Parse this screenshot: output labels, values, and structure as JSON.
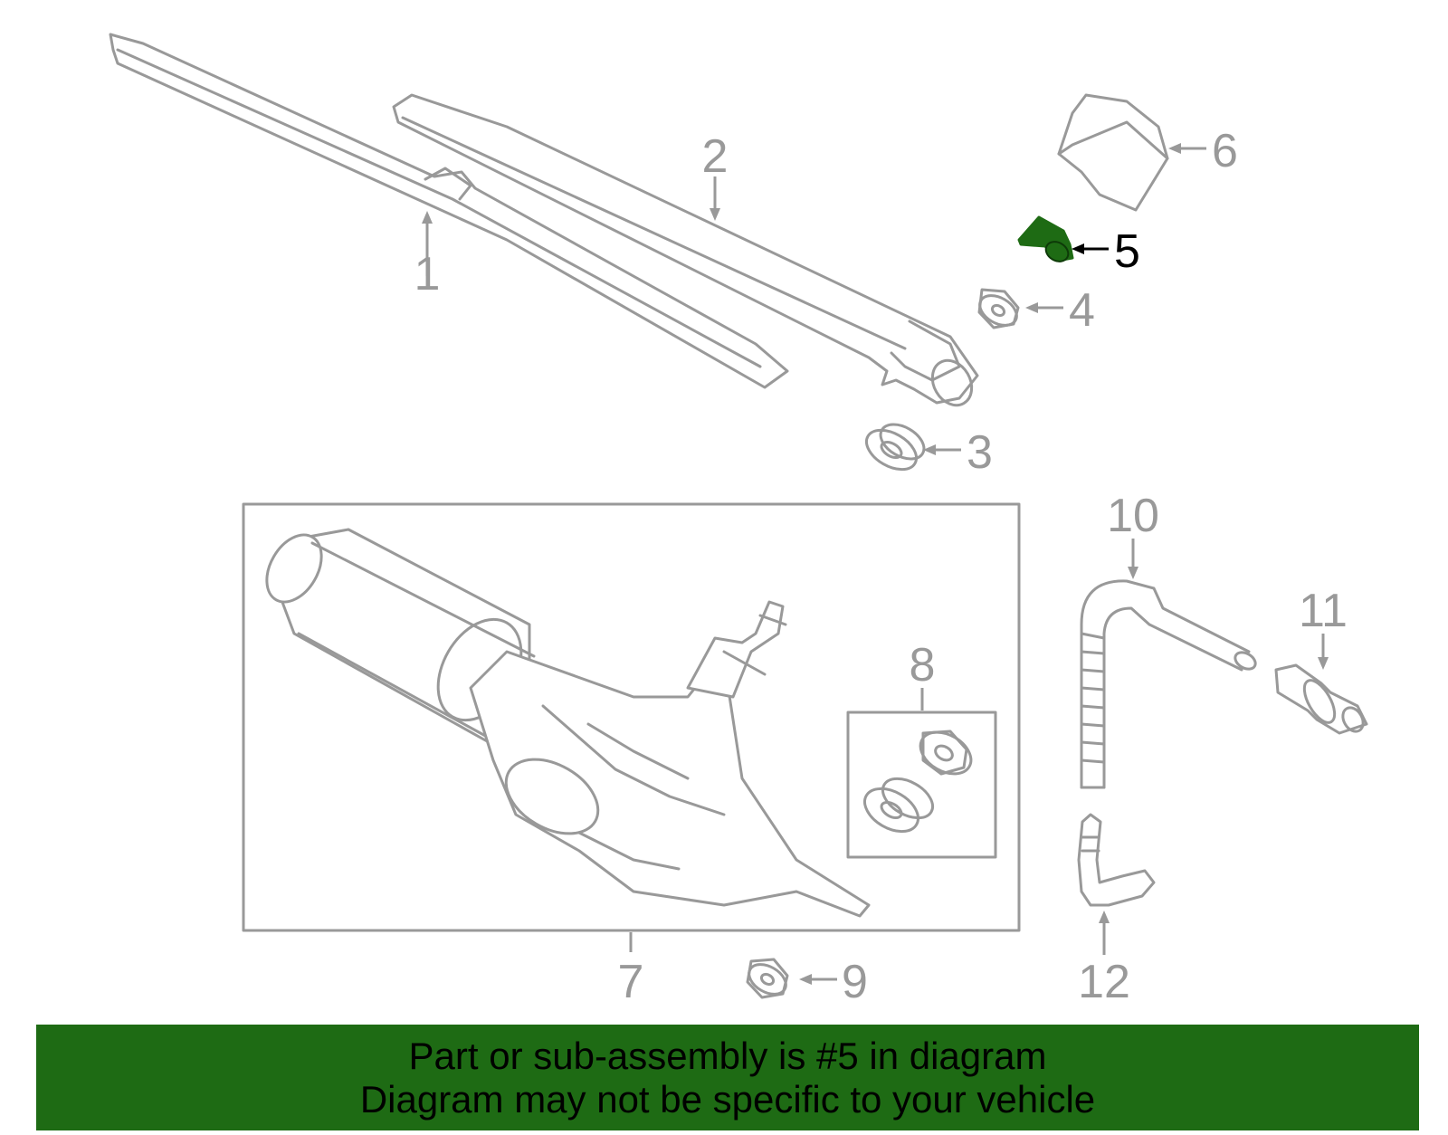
{
  "diagram": {
    "callouts": [
      "1",
      "2",
      "3",
      "4",
      "5",
      "6",
      "7",
      "8",
      "9",
      "10",
      "11",
      "12"
    ],
    "highlighted_callout": "5",
    "colors": {
      "line_art": "#999999",
      "highlight_part": "#1e6b14",
      "banner_background": "#1e6b14",
      "highlight_label": "#000000"
    }
  },
  "banner": {
    "line1": "Part or sub-assembly is #5 in diagram",
    "line2": "Diagram may not be specific to your vehicle"
  }
}
